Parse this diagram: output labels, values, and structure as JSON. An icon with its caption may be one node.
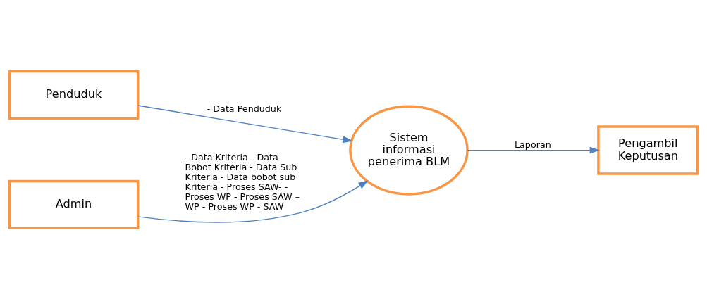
{
  "diagram": {
    "nodes": [
      {
        "text": [
          "Penduduk"
        ]
      },
      {
        "text": [
          "Admin"
        ]
      },
      {
        "text": [
          "Sistem informasi penerima BLM"
        ]
      },
      {
        "text": [
          "Pengambil Keputusan"
        ]
      }
    ],
    "edges": [
      {
        "from": 0,
        "to": 2,
        "arrow": "to",
        "label": "- Data Penduduk"
      },
      {
        "from": 1,
        "to": 2,
        "arrow": "to",
        "label": "- Data Kriteria - Data Bobot Kriteria - Data Sub Kriteria - Data bobot sub Kriteria - Proses SAW- - Proses WP - Proses SAW – WP - Proses WP - SAW"
      },
      {
        "from": 2,
        "to": 3,
        "arrow": "to",
        "label": "Laporan"
      }
    ]
  }
}
